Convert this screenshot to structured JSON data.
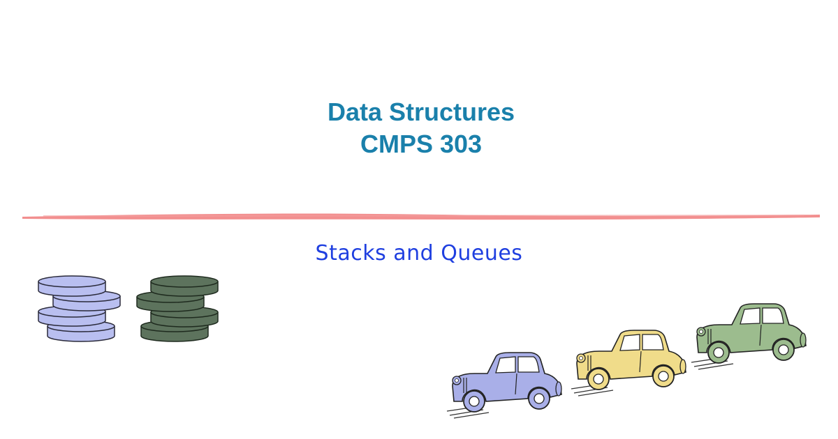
{
  "slide": {
    "title_line_1": "Data Structures",
    "title_line_2": "CMPS 303",
    "subtitle": "Stacks and Queues"
  },
  "colors": {
    "title": "#1a80ab",
    "subtitle": "#1f3fe0",
    "divider": "#f07b7b",
    "stack_light": "#b9bff0",
    "stack_dark": "#5d735d",
    "car_blue": "#a9afe8",
    "car_yellow": "#f0dc8a",
    "car_green": "#9cbc8e"
  },
  "icons": {
    "left_stack": "stack-of-disks-icon",
    "right_stack": "stack-of-disks-icon",
    "queue": "vintage-car-icon"
  }
}
